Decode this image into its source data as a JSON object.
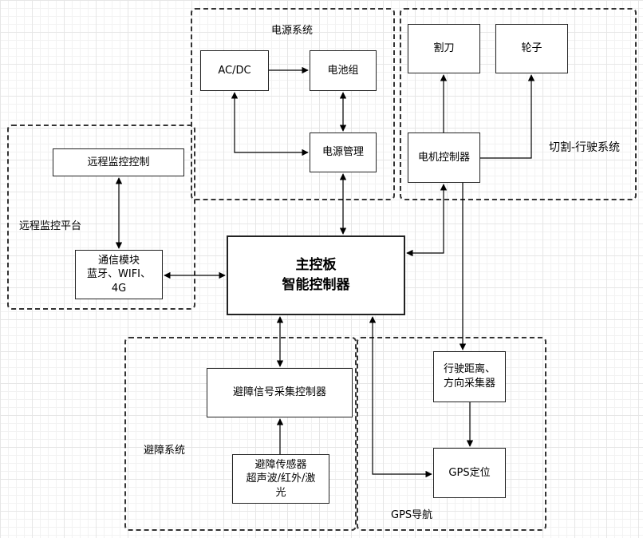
{
  "groups": {
    "power": "电源系统",
    "cutting": "切割-行驶系统",
    "remote": "远程监控平台",
    "obstacle": "避障系统",
    "gps": "GPS导航"
  },
  "nodes": {
    "acdc": "AC/DC",
    "battery": "电池组",
    "power_mgmt": "电源管理",
    "blade": "割刀",
    "wheel": "轮子",
    "motor_ctrl": "电机控制器",
    "remote_ctrl": "远程监控控制",
    "comm": "通信模块\n蓝牙、WIFI、\n4G",
    "main_board": "主控板\n智能控制器",
    "obstacle_ctrl": "避障信号采集控制器",
    "obstacle_sensor": "避障传感器\n超声波/红外/激\n光",
    "distance": "行驶距离、\n方向采集器",
    "gps_pos": "GPS定位"
  }
}
